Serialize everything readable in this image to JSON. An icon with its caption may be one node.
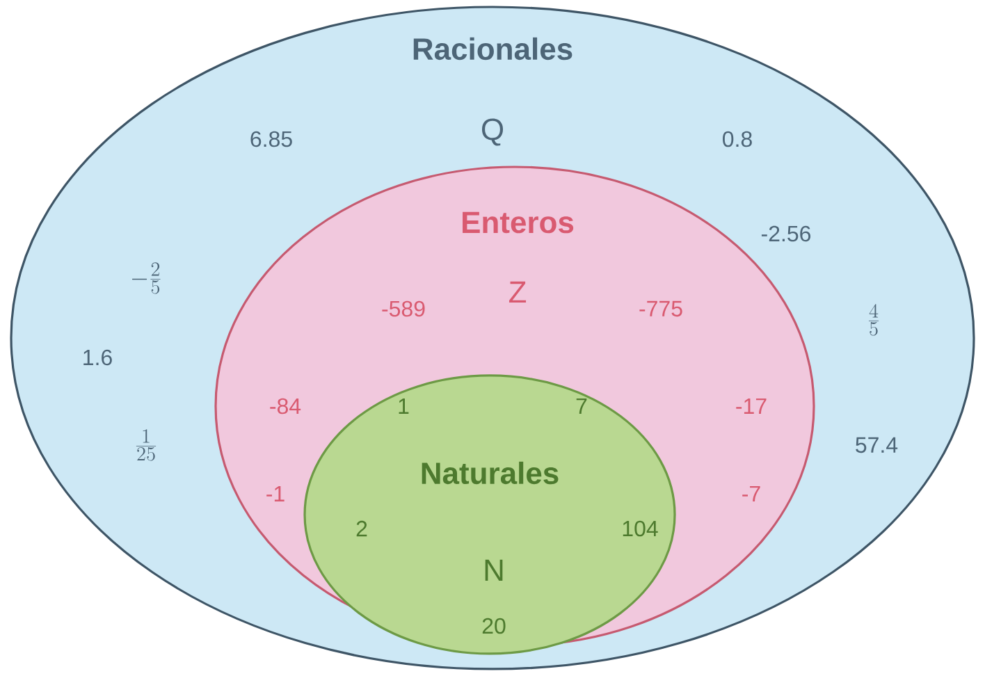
{
  "diagram": {
    "nodes": [
      {
        "text": [
          "Racionales",
          "Q",
          "6.85",
          "0.8",
          "-2.56",
          "-\\frac{2}{5}",
          "1.6",
          "\\frac{1}{25}",
          "\\frac{4}{5}",
          "57.4"
        ]
      },
      {
        "text": [
          "Enteros",
          "Z",
          "-589",
          "-775",
          "-84",
          "-17",
          "-1",
          "-7"
        ],
        "in": 0
      },
      {
        "text": [
          "Naturales",
          "N",
          "1",
          "7",
          "2",
          "104",
          "20"
        ],
        "in": 1
      }
    ]
  }
}
